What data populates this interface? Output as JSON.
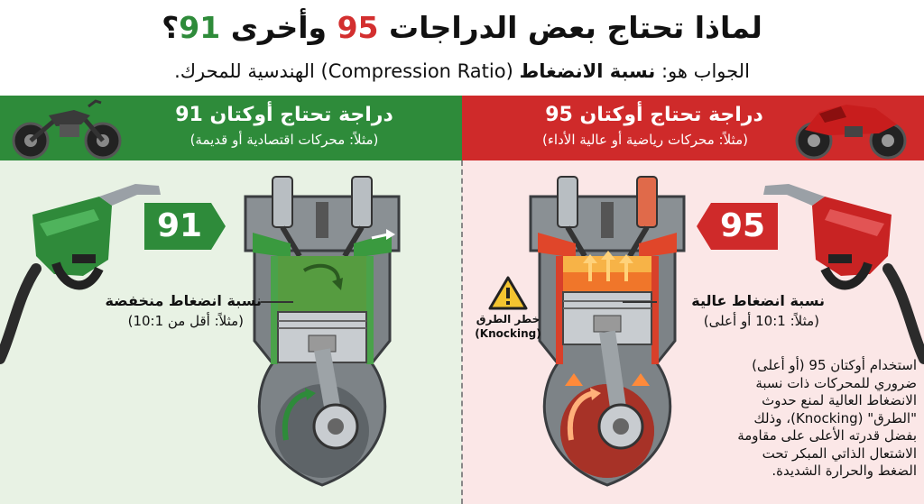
{
  "header": {
    "title_prefix": "لماذا تحتاج بعض الدراجات",
    "title_num_95": "95",
    "title_mid": "وأخرى",
    "title_num_91": "91",
    "title_q": "؟",
    "answer_prefix": "الجواب هو:",
    "answer_bold": "نسبة الانضغاط",
    "answer_en": "(Compression Ratio)",
    "answer_suffix": "الهندسية للمحرك."
  },
  "left": {
    "color": "#2e8b3a",
    "title": "دراجة تحتاج أوكتان 91",
    "subtitle": "(مثلاً: محركات اقتصادية أو قديمة)",
    "octane": "91",
    "label_bold": "نسبة انضغاط منخفضة",
    "label_note": "(مثلاً: أقل من 10:1)"
  },
  "right": {
    "color": "#cf2a2a",
    "title": "دراجة تحتاج أوكتان 95",
    "subtitle": "(مثلاً: محركات رياضية أو عالية الأداء)",
    "octane": "95",
    "label_bold": "نسبة انضغاط عالية",
    "label_note": "(مثلاً: 10:1 أو أعلى)",
    "warning_ar": "خطر الطرق",
    "warning_en": "(Knocking)",
    "explanation": [
      "استخدام أوكتان 95 (أو أعلى)",
      "ضروري للمحركات ذات نسبة",
      "الانضغاط العالية لمنع حدوث",
      "\"الطرق\" (Knocking)، وذلك",
      "بفضل قدرته الأعلى على مقاومة",
      "الاشتعال الذاتي المبكر تحت",
      "الضغط والحرارة الشديدة."
    ]
  },
  "icons": {
    "left_pump": "fuel-nozzle-icon",
    "right_pump": "fuel-nozzle-icon",
    "left_bike": "motorcycle-icon",
    "right_bike": "motorcycle-icon",
    "warning": "warning-triangle-icon"
  }
}
